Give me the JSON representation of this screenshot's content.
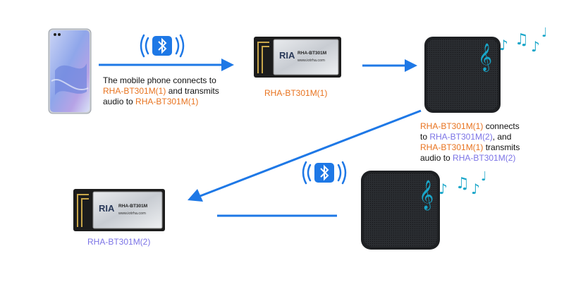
{
  "caption1": {
    "line1": "The mobile phone connects to",
    "line2_part1": "RHA-BT301M(1)",
    "line2_part2": " and transmits",
    "line3_part1": "audio to ",
    "line3_part2": "RHA-BT301M(1)"
  },
  "module1": {
    "brand": "RIA",
    "model": "RHA-BT301M",
    "website": "www.iotrha.com",
    "label": "RHA-BT301M(1)"
  },
  "module2": {
    "brand": "RIA",
    "model": "RHA-BT301M",
    "website": "www.iotrha.com",
    "label": "RHA-BT301M(2)"
  },
  "caption2": {
    "line1_part1": "RHA-BT301M(1)",
    "line1_part2": " connects",
    "line2_part1": "to ",
    "line2_part2": "RHA-BT301M(2)",
    "line2_part3": ", and",
    "line3_part1": "RHA-BT301M(1)",
    "line3_part2": " transmits",
    "line4_part1": "audio to ",
    "line4_part2": "RHA-BT301M(2)"
  },
  "colors": {
    "arrow": "#1e78e6",
    "module_label_1": "#e8731f",
    "module_label_2": "#7b73e6",
    "speaker_note": "#19a6c9"
  },
  "icons": {
    "bluetooth": "bluetooth-icon",
    "music_note": "music-note-icon",
    "treble_clef": "treble-clef-icon"
  }
}
